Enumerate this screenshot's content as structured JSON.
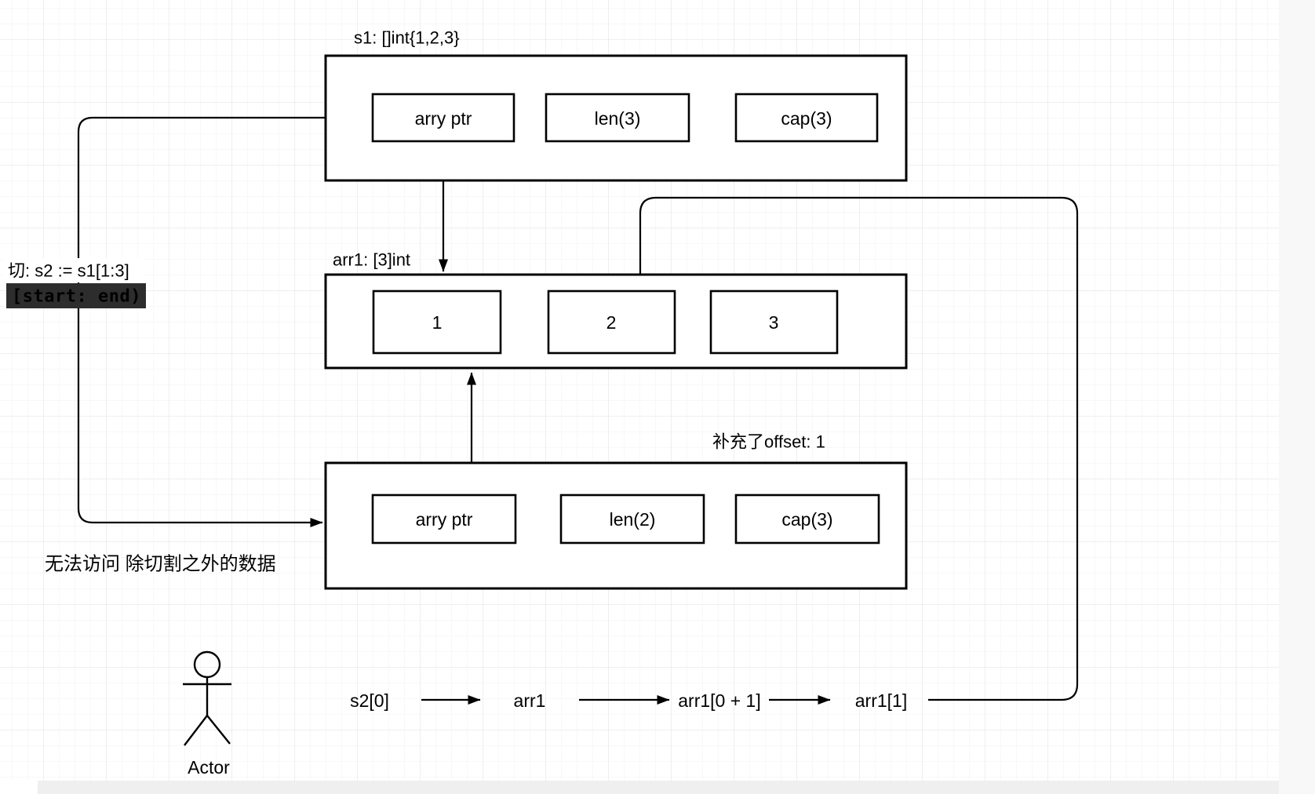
{
  "canvas": {
    "grid_minor_color": "#f1f1f1",
    "grid_major_color": "#dfdfdf",
    "page_background": "#ffffff",
    "outside_area_color": "#f8f8f8",
    "scrollbar_track_color": "#efefef"
  },
  "s1_struct": {
    "title": "s1: []int{1,2,3}",
    "fields": [
      {
        "label": "arry ptr"
      },
      {
        "label": "len(3)"
      },
      {
        "label": "cap(3)"
      }
    ]
  },
  "arr1_array": {
    "title": "arr1: [3]int",
    "cells": [
      {
        "value": "1"
      },
      {
        "value": "2"
      },
      {
        "value": "3"
      }
    ]
  },
  "s2_struct": {
    "title": "补充了offset: 1",
    "fields": [
      {
        "label": "arry ptr"
      },
      {
        "label": "len(2)"
      },
      {
        "label": "cap(3)"
      }
    ]
  },
  "notes": {
    "slice_expr": "切:  s2 := s1[1:3]",
    "range_badge": "[start: end)",
    "no_access": "无法访问 除切割之外的数据"
  },
  "flow": {
    "steps": [
      {
        "label": "s2[0]"
      },
      {
        "label": "arr1"
      },
      {
        "label": "arr1[0 + 1]"
      },
      {
        "label": "arr1[1]"
      }
    ]
  },
  "actor": {
    "label": "Actor"
  },
  "colors": {
    "shape_stroke": "#000000",
    "badge_bg": "#2d2d2d",
    "badge_text": "#9c9480"
  }
}
